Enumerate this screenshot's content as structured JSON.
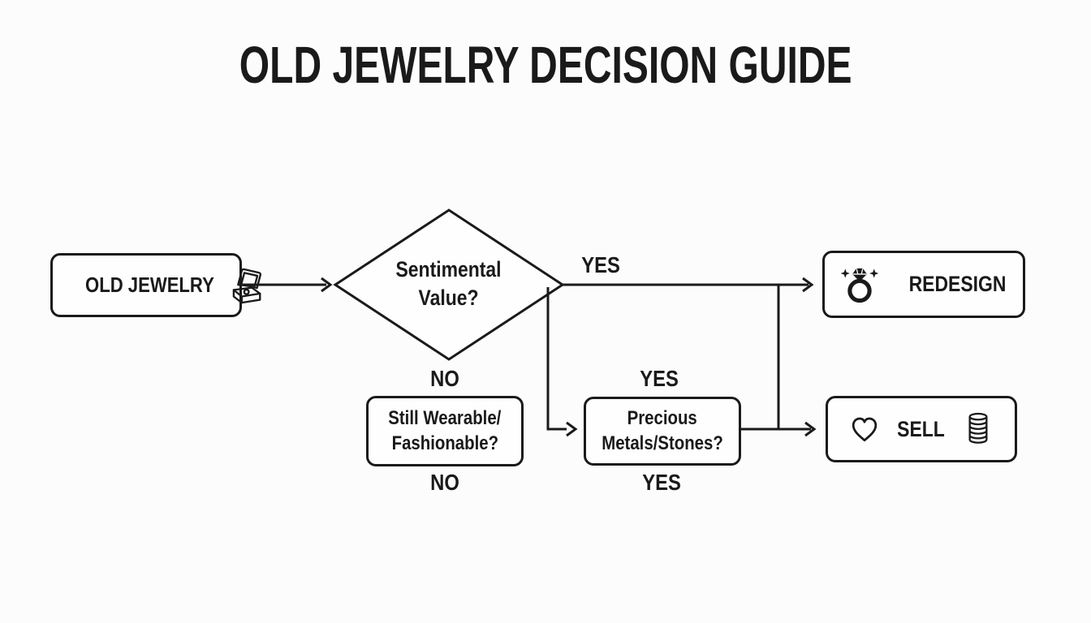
{
  "title": "OLD JEWELRY DECISION GUIDE",
  "colors": {
    "line": "#1a1a1a",
    "background": "#fcfcfc",
    "node_fill": "#fefefe"
  },
  "nodes": {
    "start": {
      "label": "OLD JEWELRY",
      "icon": "jewelry-box-icon"
    },
    "sentimental_decision": {
      "line1": "Sentimental",
      "line2": "Value?"
    },
    "wearable_decision": {
      "line1": "Still Wearable/",
      "line2": "Fashionable?"
    },
    "precious_decision": {
      "line1": "Precious",
      "line2": "Metals/Stones?"
    },
    "redesign": {
      "label": "REDESIGN",
      "icon": "ring-icon"
    },
    "sell": {
      "label": "SELL",
      "icon_left": "heart-icon",
      "icon_right": "coins-icon"
    }
  },
  "edge_labels": {
    "yes_to_redesign": "YES",
    "no_above_wearable": "NO",
    "no_below_wearable": "NO",
    "yes_above_precious": "YES",
    "yes_below_precious": "YES"
  }
}
